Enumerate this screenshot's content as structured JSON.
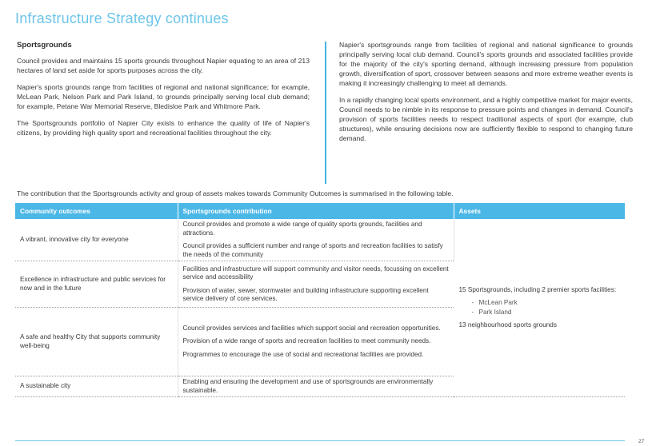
{
  "page": {
    "title": "Infrastructure Strategy continues",
    "page_number": "27"
  },
  "left_column": {
    "heading": "Sportsgrounds",
    "paragraphs": [
      "Council provides and maintains 15 sports grounds throughout Napier equating to an area of 213 hectares of land set aside for sports purposes across the city.",
      "Napier's sports grounds range from facilities of regional and national significance; for example, McLean Park, Nelson Park and Park Island, to grounds principally serving local club demand; for example, Petane War Memorial Reserve, Bledisloe Park and Whitmore Park.",
      "The Sportsgrounds portfolio of Napier City exists to enhance the quality of life of Napier's citizens, by providing high quality sport and recreational facilities throughout the city."
    ]
  },
  "right_column": {
    "paragraphs": [
      "Napier's sportsgrounds range from facilities of regional and national significance to grounds principally serving local club demand. Council's sports grounds and associated facilities provide for the majority of the city's sporting demand, although increasing pressure from population growth, diversification of sport, crossover between seasons and more extreme weather events is making it increasingly challenging to meet all demands.",
      "In a rapidly changing local sports environment, and a highly competitive market for major events, Council needs to be nimble in its response to pressure points and changes in demand. Council's provision of sports facilities needs to respect traditional aspects of sport (for example, club structures), while ensuring decisions now are sufficiently flexible to respond to changing future demand."
    ]
  },
  "table_intro": "The contribution that the Sportsgrounds activity and group of assets makes towards Community Outcomes is summarised in the following table.",
  "table": {
    "headers": [
      "Community outcomes",
      "Sportsgrounds contribution",
      "Assets"
    ],
    "rows": [
      {
        "outcome": "A vibrant, innovative city for everyone",
        "contributions": [
          "Council provides and promote a wide range of quality sports grounds, facilities and attractions.",
          "Council provides a sufficient number and range of sports and recreation facilities to satisfy the needs of the community"
        ]
      },
      {
        "outcome": "Excellence in infrastructure and public services for now and in the future",
        "contributions": [
          "Facilities and infrastructure will support community and visitor needs, focussing on excellent service and accessibility",
          "Provision of water, sewer, stormwater and building infrastructure supporting excellent service delivery of core services."
        ]
      },
      {
        "outcome": "A safe and healthy City that supports community well-being",
        "contributions": [
          "Council provides services and facilities which support social and recreation opportunities.",
          "Provision of a wide range of sports and recreation facilities to meet community needs.",
          "Programmes to encourage the use of social and recreational facilities are provided."
        ]
      },
      {
        "outcome": "A sustainable city",
        "contributions": [
          "Enabling and ensuring the development and use of sportsgrounds are environmentally sustainable."
        ]
      }
    ],
    "assets": {
      "summary": "15 Sportsgrounds, including 2 premier sports facilities:",
      "items": [
        "McLean Park",
        "Park Island"
      ],
      "footer": "13 neighbourhood sports grounds"
    }
  }
}
